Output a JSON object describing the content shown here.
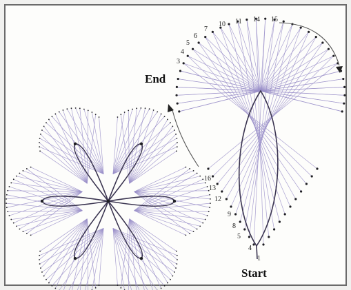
{
  "labels": {
    "end": "End",
    "start": "Start"
  },
  "pin_numbers": {
    "top_row": [
      "10",
      "11",
      "14",
      "15"
    ],
    "left_top": [
      "3",
      "4",
      "5",
      "6",
      "7"
    ],
    "left_bottom": [
      "16",
      "13",
      "12",
      "9",
      "8",
      "5",
      "4",
      "1"
    ]
  },
  "flower": {
    "petals": 6
  },
  "colors": {
    "thread": "#9a8fc9",
    "outline": "#3a3450",
    "pins": "#1f1f24"
  }
}
